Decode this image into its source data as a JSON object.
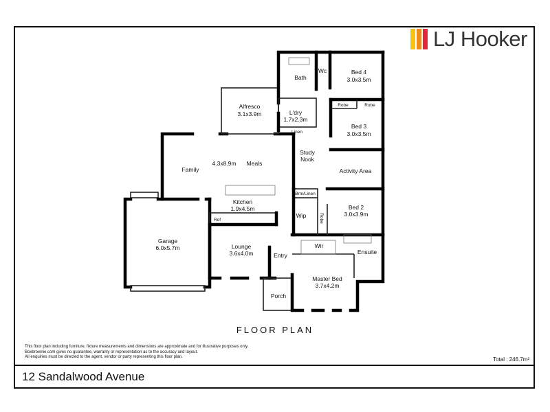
{
  "brand": {
    "name": "LJ Hooker",
    "bar_colors": [
      "#f6c312",
      "#f08a1d",
      "#e3263a"
    ]
  },
  "rooms": {
    "bath": "Bath",
    "wc": "Wc",
    "bed4": "Bed 4",
    "bed4_size": "3.0x3.5m",
    "alfresco": "Alfresco",
    "alfresco_size": "3.1x3.9m",
    "ldry": "L'dry",
    "ldry_size": "1.7x2.3m",
    "linen": "Linen",
    "robe_a": "Robe",
    "robe_b": "Robe",
    "bed3": "Bed 3",
    "bed3_size": "3.0x3.5m",
    "family": "Family",
    "meals_size": "4.3x8.9m",
    "meals": "Meals",
    "study": "Study",
    "nook": "Nook",
    "activity": "Activity Area",
    "brm_linen": "Brm/Linen",
    "kitchen": "Kitchen",
    "kitchen_size": "1.9x4.5m",
    "ref": "Ref",
    "wip": "Wip",
    "robe_c": "Robe",
    "bed2": "Bed 2",
    "bed2_size": "3.0x3.9m",
    "garage": "Garage",
    "garage_size": "6.0x5.7m",
    "lounge": "Lounge",
    "lounge_size": "3.6x4.0m",
    "entry": "Entry",
    "wir": "Wir",
    "ensuite": "Ensuite",
    "master": "Master Bed",
    "master_size": "3.7x4.2m",
    "porch": "Porch"
  },
  "plan_title": "FLOOR PLAN",
  "disclaimer": [
    "This floor plan including furniture, fixture measurements and dimensions are approximate and for illustrative purposes only.",
    "Boxbrownie.com gives no guarantee, warranty or representation as to the accuracy and layout.",
    "All enquiries must be directed to the agent, vendor or party representing this floor plan."
  ],
  "total_label": "Total : 246.7m²",
  "address": "12 Sandalwood Avenue"
}
